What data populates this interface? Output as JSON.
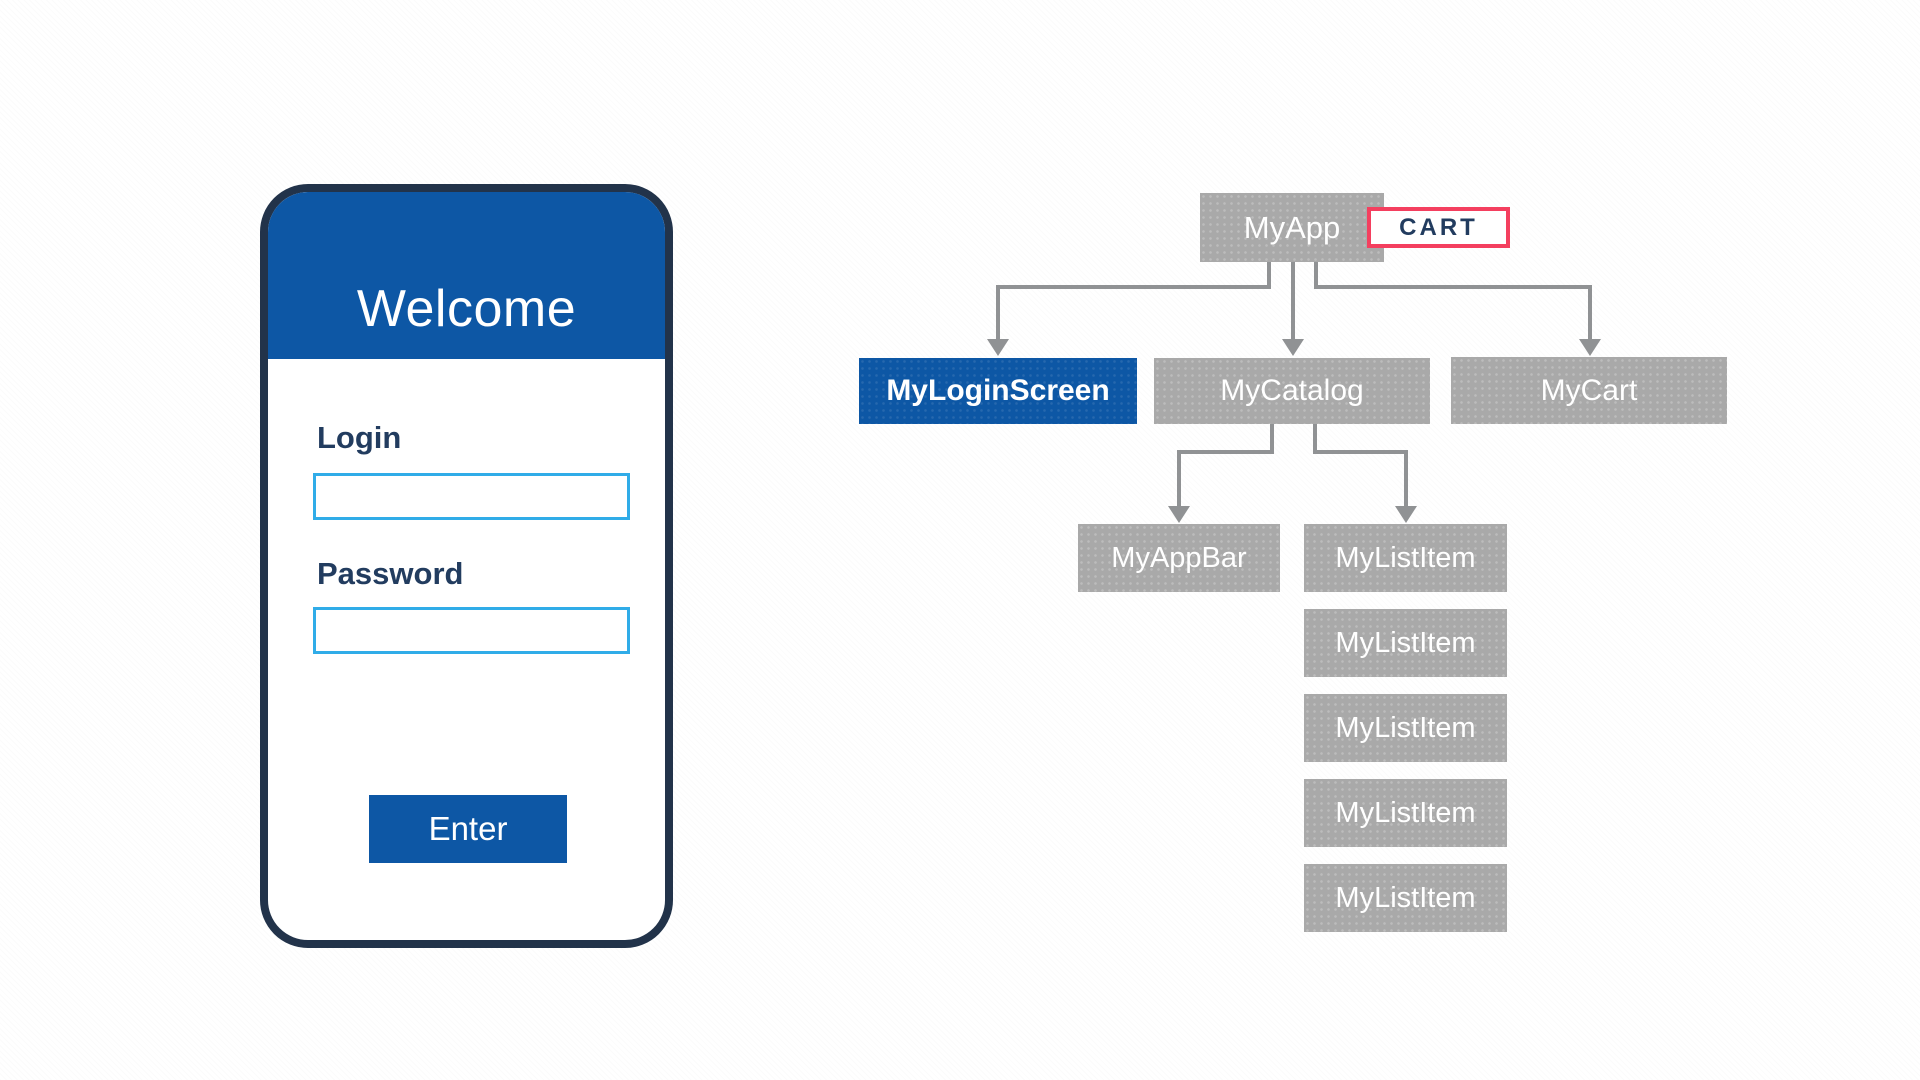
{
  "phone": {
    "title": "Welcome",
    "login_label": "Login",
    "login_value": "",
    "password_label": "Password",
    "password_value": "",
    "enter_button": "Enter"
  },
  "diagram": {
    "root": {
      "label": "MyApp"
    },
    "cart_badge": "CART",
    "children": [
      {
        "label": "MyLoginScreen",
        "highlighted": true
      },
      {
        "label": "MyCatalog",
        "highlighted": false
      },
      {
        "label": "MyCart",
        "highlighted": false
      }
    ],
    "catalog_children": [
      {
        "label": "MyAppBar"
      },
      {
        "label": "MyListItem"
      }
    ],
    "extra_list_items": [
      {
        "label": "MyListItem"
      },
      {
        "label": "MyListItem"
      },
      {
        "label": "MyListItem"
      },
      {
        "label": "MyListItem"
      }
    ]
  },
  "colors": {
    "primary_blue": "#0D57A5",
    "phone_border_navy": "#22334A",
    "label_navy": "#223C5F",
    "input_border_blue": "#30ACE8",
    "node_gray": "#A9A9A9",
    "connector_gray": "#909294",
    "cart_border_pink": "#F43F5F",
    "background": "#FFFFFF",
    "text_white": "#FFFFFF"
  }
}
